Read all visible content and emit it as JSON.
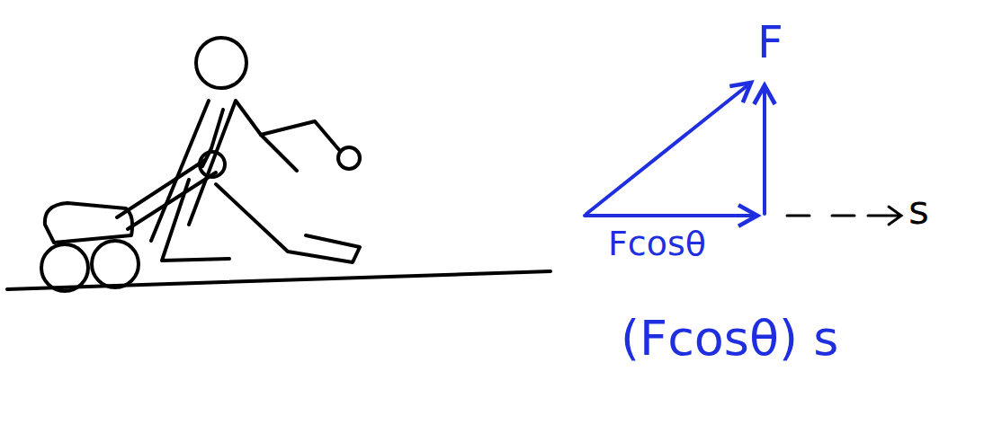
{
  "diagram": {
    "labels": [
      "F",
      "Fcosθ",
      "s",
      "(Fcosθ) s"
    ]
  }
}
